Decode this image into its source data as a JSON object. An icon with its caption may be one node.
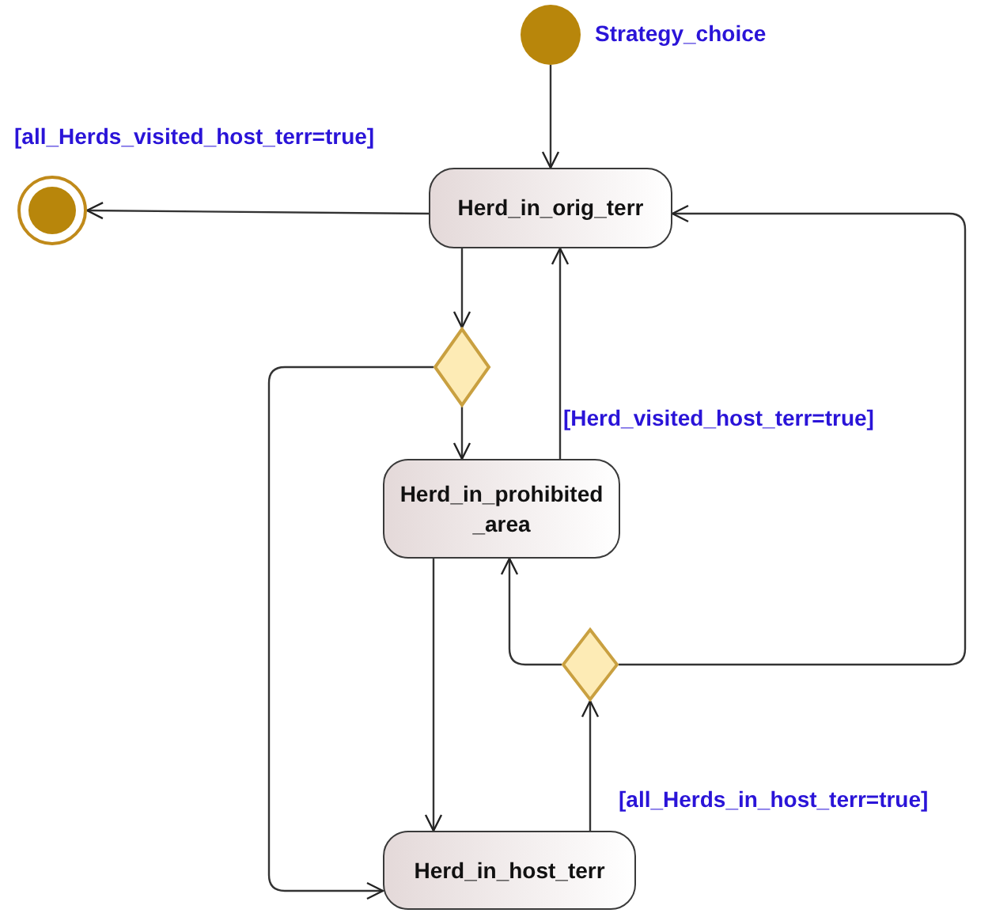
{
  "diagram": {
    "nodes": [
      {
        "text": [],
        "shape": "circle",
        "beside": [
          "Strategy_choice"
        ]
      },
      {
        "text": [],
        "shape": "circle"
      },
      {
        "text": [
          "Herd_in_orig_terr"
        ]
      },
      {
        "text": [],
        "shape": "diamond"
      },
      {
        "text": [
          "Herd_in_prohibited _area"
        ]
      },
      {
        "text": [],
        "shape": "diamond"
      },
      {
        "text": [
          "Herd_in_host_terr"
        ]
      }
    ],
    "edges": [
      {
        "from": 0,
        "to": 2,
        "arrow": "to"
      },
      {
        "from": 2,
        "to": 1,
        "arrow": "to",
        "label": "[all_Herds_visited_host_terr=true]"
      },
      {
        "from": 2,
        "to": 3,
        "arrow": "to"
      },
      {
        "from": 3,
        "to": 4,
        "arrow": "to"
      },
      {
        "from": 3,
        "to": 6,
        "arrow": "to"
      },
      {
        "from": 4,
        "to": 2,
        "arrow": "to",
        "label": "[Herd_visited_host_terr=true]"
      },
      {
        "from": 4,
        "to": 6,
        "arrow": "to"
      },
      {
        "from": 6,
        "to": 5,
        "arrow": "to",
        "label": "[all_Herds_in_host_terr=true]"
      },
      {
        "from": 5,
        "to": 4,
        "arrow": "to"
      },
      {
        "from": 5,
        "to": 2,
        "arrow": "to"
      }
    ]
  }
}
